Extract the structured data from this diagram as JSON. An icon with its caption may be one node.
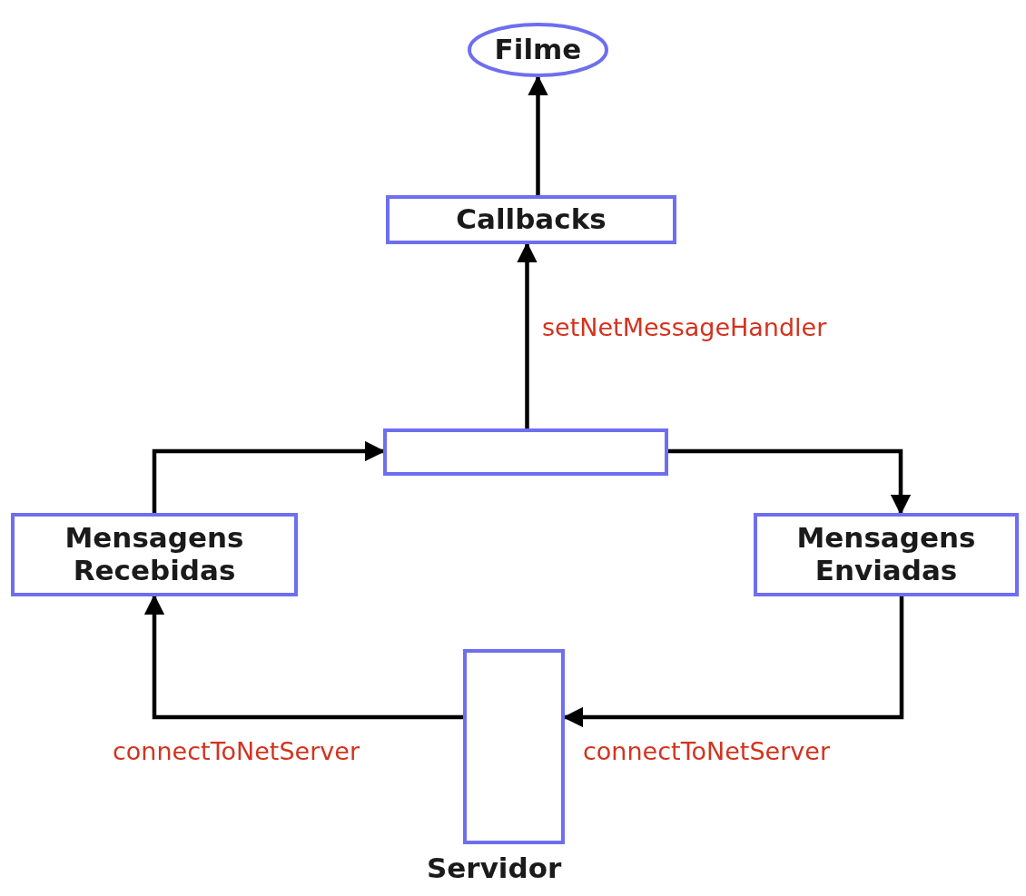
{
  "diagram": {
    "nodes": [
      {
        "text": [
          "Filme"
        ]
      },
      {
        "text": [
          "Callbacks"
        ]
      },
      {
        "text": [],
        "shape": "box"
      },
      {
        "text": [
          "Mensagens Recebidas"
        ]
      },
      {
        "text": [
          "Mensagens Enviadas"
        ]
      },
      {
        "text": [],
        "shape": "box",
        "beside": [
          "Servidor"
        ]
      }
    ],
    "edges": [
      {
        "from": 1,
        "to": 0,
        "arrow": "to"
      },
      {
        "from": 2,
        "to": 1,
        "arrow": "to",
        "label": "setNetMessageHandler"
      },
      {
        "from": 3,
        "to": 2,
        "arrow": "to"
      },
      {
        "from": 2,
        "to": 4,
        "arrow": "to"
      },
      {
        "from": 4,
        "to": 5,
        "arrow": "to",
        "label": "connectToNetServer"
      },
      {
        "from": 5,
        "to": 3,
        "arrow": "to",
        "label": "connectToNetServer"
      }
    ]
  }
}
